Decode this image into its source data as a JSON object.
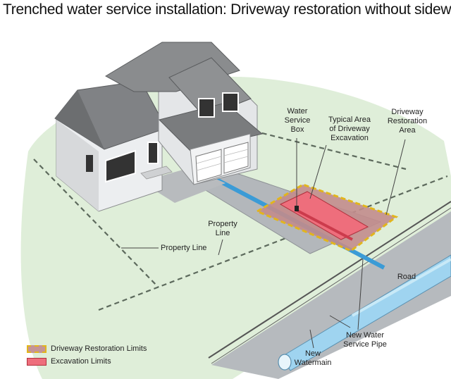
{
  "title": "Trenched water service installation: Driveway restoration without sidewalk",
  "labels": {
    "water_service_box": "Water\nService\nBox",
    "typical_excavation": "Typical Area\nof Driveway\nExcavation",
    "driveway_restoration_area": "Driveway\nRestoration\nArea",
    "property_line_left": "Property Line",
    "property_line_center": "Property\nLine",
    "road": "Road",
    "new_water_service_pipe": "New Water\nService Pipe",
    "new_watermain": "New\nWatermain"
  },
  "legend": [
    {
      "label": "Driveway Restoration Limits",
      "color": "#c59595",
      "border": "#e2b51c"
    },
    {
      "label": "Excavation Limits",
      "color": "#ee6e7c",
      "border": "#b0303c"
    }
  ],
  "colors": {
    "lawn": "#dfeed9",
    "driveway": "#b3b7bb",
    "road": "#b6babe",
    "service_pipe": "#3b9bd6",
    "watermain": "#9fd4f0",
    "roof": "#808285",
    "wall": "#eceef0"
  }
}
